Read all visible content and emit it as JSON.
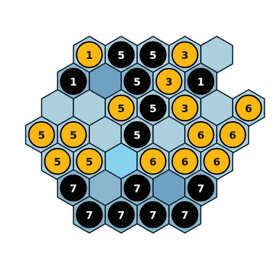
{
  "board": {
    "cols": 7,
    "rows": 7,
    "colors": {
      "background": "#ffffff",
      "outline": "#0c1a26",
      "light": "#abcfdd",
      "medium": "#8ab6cd",
      "dark": "#6fa1c4",
      "highlight": "#86d3ef",
      "yellow_piece": "#fbb811",
      "black_piece": "#050505",
      "yellow_text": "#111111",
      "black_text": "#ffffff"
    },
    "cells": [
      {
        "col": 1,
        "row": 0,
        "shade": "light",
        "piece": "yellow",
        "label": "1"
      },
      {
        "col": 2,
        "row": 0,
        "shade": "light",
        "piece": "black",
        "label": "5"
      },
      {
        "col": 3,
        "row": 0,
        "shade": "light",
        "piece": "black",
        "label": "5"
      },
      {
        "col": 4,
        "row": 0,
        "shade": "light",
        "piece": "yellow",
        "label": "3"
      },
      {
        "col": 5,
        "row": 0,
        "shade": "light",
        "piece": "",
        "label": ""
      },
      {
        "col": 1,
        "row": 1,
        "shade": "medium",
        "piece": "black",
        "label": "1"
      },
      {
        "col": 2,
        "row": 1,
        "shade": "dark",
        "piece": "",
        "label": ""
      },
      {
        "col": 3,
        "row": 1,
        "shade": "medium",
        "piece": "black",
        "label": "5"
      },
      {
        "col": 4,
        "row": 1,
        "shade": "light",
        "piece": "yellow",
        "label": "3"
      },
      {
        "col": 5,
        "row": 1,
        "shade": "medium",
        "piece": "black",
        "label": "1"
      },
      {
        "col": 0,
        "row": 2,
        "shade": "light",
        "piece": "",
        "label": ""
      },
      {
        "col": 1,
        "row": 2,
        "shade": "light",
        "piece": "",
        "label": ""
      },
      {
        "col": 2,
        "row": 2,
        "shade": "light",
        "piece": "yellow",
        "label": "5"
      },
      {
        "col": 3,
        "row": 2,
        "shade": "light",
        "piece": "black",
        "label": "5"
      },
      {
        "col": 4,
        "row": 2,
        "shade": "light",
        "piece": "yellow",
        "label": "3"
      },
      {
        "col": 5,
        "row": 2,
        "shade": "light",
        "piece": "",
        "label": ""
      },
      {
        "col": 6,
        "row": 2,
        "shade": "light",
        "piece": "yellow",
        "label": "6"
      },
      {
        "col": 0,
        "row": 3,
        "shade": "light",
        "piece": "yellow",
        "label": "5"
      },
      {
        "col": 1,
        "row": 3,
        "shade": "light",
        "piece": "yellow",
        "label": "5"
      },
      {
        "col": 2,
        "row": 3,
        "shade": "light",
        "piece": "",
        "label": ""
      },
      {
        "col": 3,
        "row": 3,
        "shade": "light",
        "piece": "black",
        "label": "5"
      },
      {
        "col": 4,
        "row": 3,
        "shade": "light",
        "piece": "",
        "label": ""
      },
      {
        "col": 5,
        "row": 3,
        "shade": "light",
        "piece": "yellow",
        "label": "6"
      },
      {
        "col": 6,
        "row": 3,
        "shade": "light",
        "piece": "yellow",
        "label": "6"
      },
      {
        "col": 0,
        "row": 4,
        "shade": "light",
        "piece": "yellow",
        "label": "5"
      },
      {
        "col": 1,
        "row": 4,
        "shade": "light",
        "piece": "yellow",
        "label": "5"
      },
      {
        "col": 2,
        "row": 4,
        "shade": "highlight",
        "piece": "",
        "label": ""
      },
      {
        "col": 3,
        "row": 4,
        "shade": "light",
        "piece": "yellow",
        "label": "6"
      },
      {
        "col": 4,
        "row": 4,
        "shade": "light",
        "piece": "yellow",
        "label": "6"
      },
      {
        "col": 5,
        "row": 4,
        "shade": "light",
        "piece": "yellow",
        "label": "6"
      },
      {
        "col": 1,
        "row": 5,
        "shade": "medium",
        "piece": "black",
        "label": "7"
      },
      {
        "col": 2,
        "row": 5,
        "shade": "medium",
        "piece": "",
        "label": ""
      },
      {
        "col": 3,
        "row": 5,
        "shade": "medium",
        "piece": "black",
        "label": "7"
      },
      {
        "col": 4,
        "row": 5,
        "shade": "dark",
        "piece": "",
        "label": ""
      },
      {
        "col": 5,
        "row": 5,
        "shade": "medium",
        "piece": "black",
        "label": "7"
      },
      {
        "col": 2,
        "row": 6,
        "shade": "medium",
        "piece": "black",
        "label": "7"
      },
      {
        "col": 3,
        "row": 6,
        "shade": "medium",
        "piece": "black",
        "label": "7"
      },
      {
        "col": 4,
        "row": 6,
        "shade": "medium",
        "piece": "black",
        "label": "7"
      },
      {
        "col": 5,
        "row": 6,
        "shade": "medium",
        "piece": "black",
        "label": "7"
      }
    ]
  }
}
